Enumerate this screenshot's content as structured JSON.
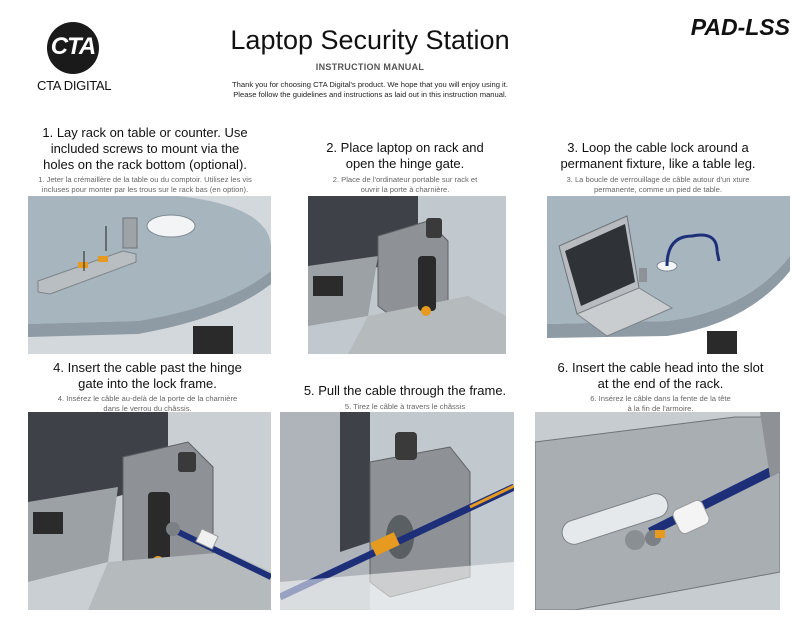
{
  "header": {
    "logo_mark": "CTA",
    "logo_word": "CTA DIGITAL",
    "title": "Laptop Security Station",
    "subtitle": "INSTRUCTION MANUAL",
    "intro_line1": "Thank you for choosing CTA Digital's product. We hope that you will enjoy using it.",
    "intro_line2": "Please follow the guidelines and instructions as laid out in this instruction manual.",
    "model": "PAD-LSS"
  },
  "steps": [
    {
      "title_lines": [
        "1. Lay rack on table or counter. Use",
        "included screws to mount via the",
        "holes on the rack bottom (optional)."
      ],
      "fr_lines": [
        "1. Jeter la crémaillère de la table ou du comptoir. Utilisez les vis",
        "incluses pour monter par les trous sur le rack bas (en option)."
      ]
    },
    {
      "title_lines": [
        "2. Place laptop on rack and",
        "open the hinge gate."
      ],
      "fr_lines": [
        "2. Place de l'ordinateur portable sur rack et",
        "ouvrir la porte à charnière."
      ]
    },
    {
      "title_lines": [
        "3. Loop the cable lock around a",
        "permanent fixture, like a table leg."
      ],
      "fr_lines": [
        "3. La boucle de verrouillage de câble autour d'un xture",
        "permanente, comme un pied de table."
      ]
    },
    {
      "title_lines": [
        "4. Insert the cable past the hinge",
        "gate into the lock frame."
      ],
      "fr_lines": [
        "4. Insérez le câble au-delà de la porte de la charnière",
        "dans le verrou du châssis."
      ]
    },
    {
      "title_lines": [
        "5. Pull the cable through the frame."
      ],
      "fr_lines": [
        "5. Tirez le câble à travers le châssis"
      ]
    },
    {
      "title_lines": [
        "6. Insert the cable head into the slot",
        "at the end of the rack."
      ],
      "fr_lines": [
        "6. Insérez le câble dans la fente de la tête",
        "à la fin de l'armoire."
      ]
    }
  ],
  "colors": {
    "table_top": "#a7b5bf",
    "background_gray": "#c8ced3",
    "metal": "#8e9296",
    "cable_blue": "#1e2f7a",
    "accent_orange": "#e69a1f"
  }
}
